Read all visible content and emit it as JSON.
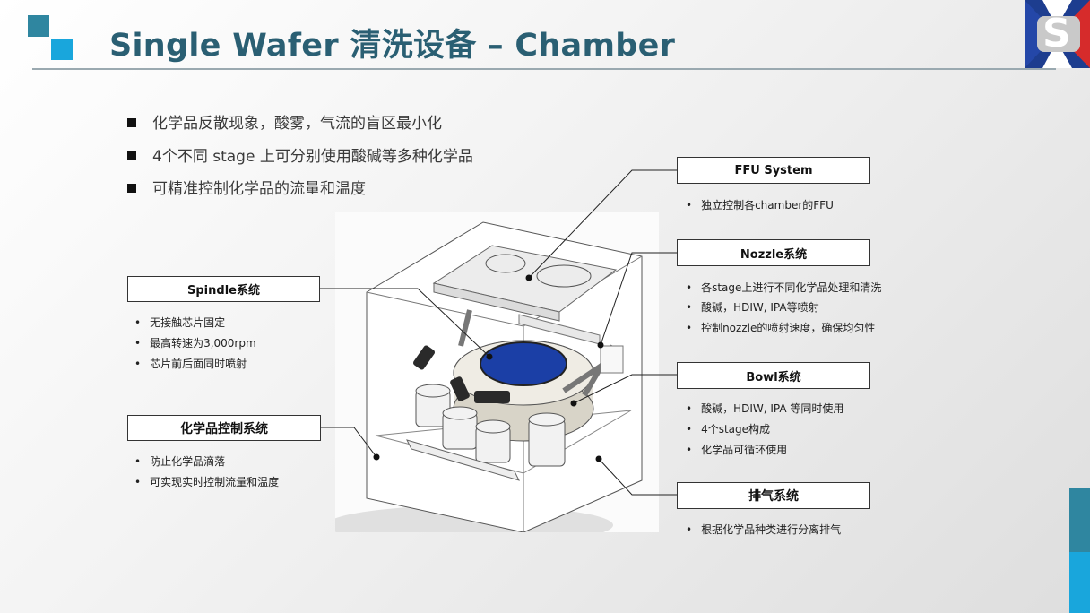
{
  "title": "Single Wafer 清洗设备 – Chamber",
  "bullets": [
    "化学品反散现象，酸雾，气流的盲区最小化",
    "4个不同 stage 上可分别使用酸碱等多种化学品",
    "可精准控制化学品的流量和温度"
  ],
  "left_labels": {
    "spindle": {
      "title": "Spindle系统",
      "items": [
        "无接触芯片固定",
        "最高转速为3,000rpm",
        "芯片前后面同时喷射"
      ]
    },
    "chem": {
      "title": "化学品控制系统",
      "items": [
        "防止化学品滴落",
        "可实现实时控制流量和温度"
      ]
    }
  },
  "right_labels": {
    "ffu": {
      "title": "FFU System",
      "items": [
        "独立控制各chamber的FFU"
      ]
    },
    "nozzle": {
      "title": "Nozzle系统",
      "items": [
        "各stage上进行不同化学品处理和清洗",
        "酸碱，HDIW, IPA等喷射",
        "控制nozzle的喷射速度，确保均匀性"
      ]
    },
    "bowl": {
      "title": "Bowl系统",
      "items": [
        "酸碱，HDIW, IPA 等同时使用",
        "4个stage构成",
        "化学品可循环使用"
      ]
    },
    "exhaust": {
      "title": "排气系统",
      "items": [
        "根据化学品种类进行分离排气"
      ]
    }
  },
  "logo": {
    "text": "S"
  },
  "bullet_marker": "•",
  "colors": {
    "title": "#2a5f73",
    "accent_teal": "#2f86a0",
    "accent_blue": "#19a6dc",
    "wafer": "#1b3fa6"
  }
}
